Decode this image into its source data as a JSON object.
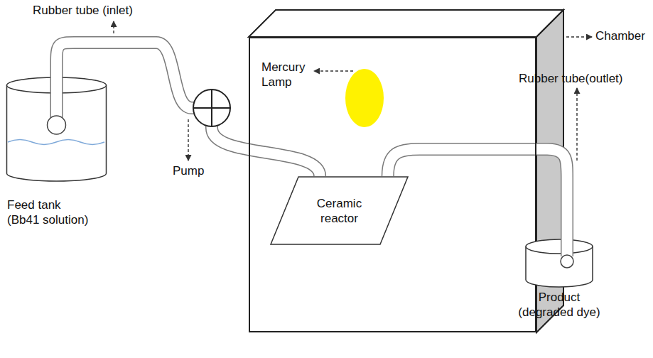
{
  "diagram": {
    "nodes": [
      {
        "text": [
          "Feed tank (Bb41 solution)"
        ]
      },
      {
        "text": [
          "Pump"
        ]
      },
      {
        "text": [
          "Chamber"
        ]
      },
      {
        "text": [
          "Mercury Lamp"
        ],
        "in": 2
      },
      {
        "text": [
          "Ceramic reactor"
        ],
        "in": 2
      },
      {
        "text": [
          "Product (degraded dye)"
        ]
      }
    ],
    "edges": [
      {
        "from": 0,
        "to": 1,
        "arrow": "none"
      },
      {
        "from": 1,
        "to": 4,
        "arrow": "none"
      },
      {
        "from": 4,
        "to": 5,
        "arrow": "none"
      }
    ],
    "labels": [
      "Rubber tube (inlet)",
      "Rubber tube(outlet)"
    ]
  }
}
